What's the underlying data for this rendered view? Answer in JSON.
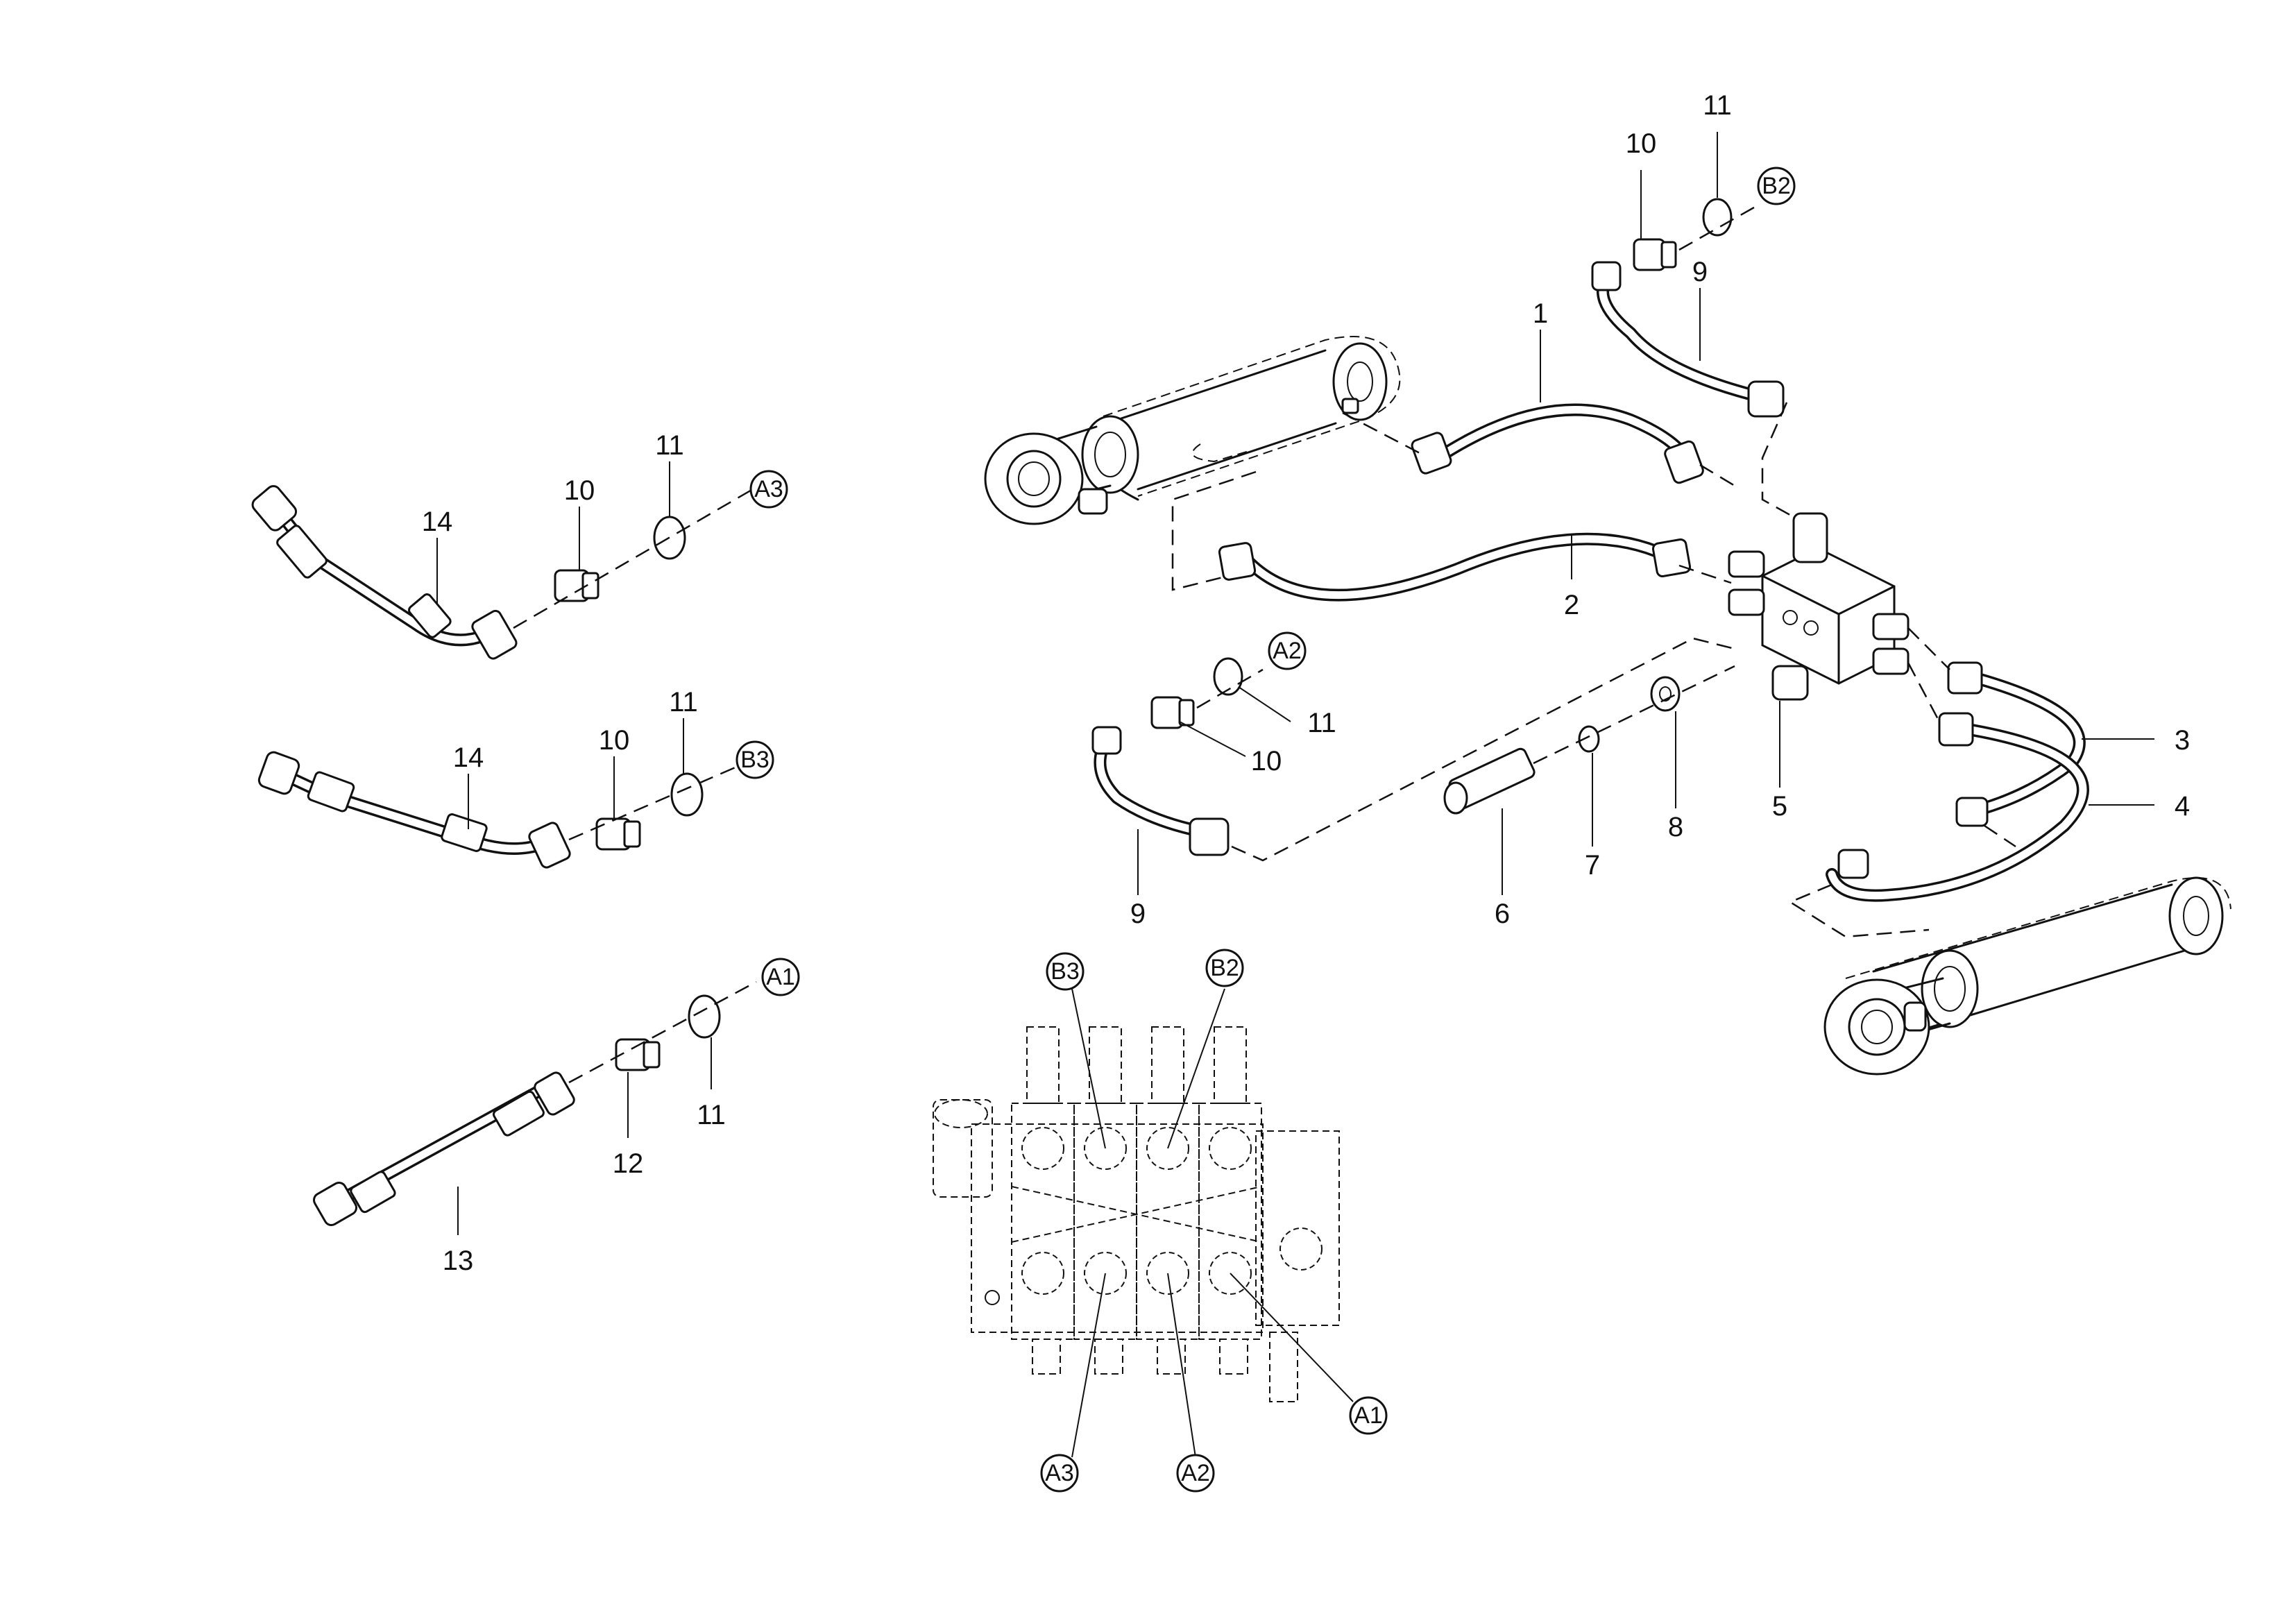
{
  "part_numbers": {
    "p1": "1",
    "p2": "2",
    "p3": "3",
    "p4": "4",
    "p5": "5",
    "p6": "6",
    "p7": "7",
    "p8": "8",
    "p9": "9",
    "p10": "10",
    "p11": "11",
    "p12": "12",
    "p13": "13",
    "p14": "14"
  },
  "port_tags": {
    "a1": "A1",
    "a2": "A2",
    "a3": "A3",
    "b2": "B2",
    "b3": "B3"
  }
}
